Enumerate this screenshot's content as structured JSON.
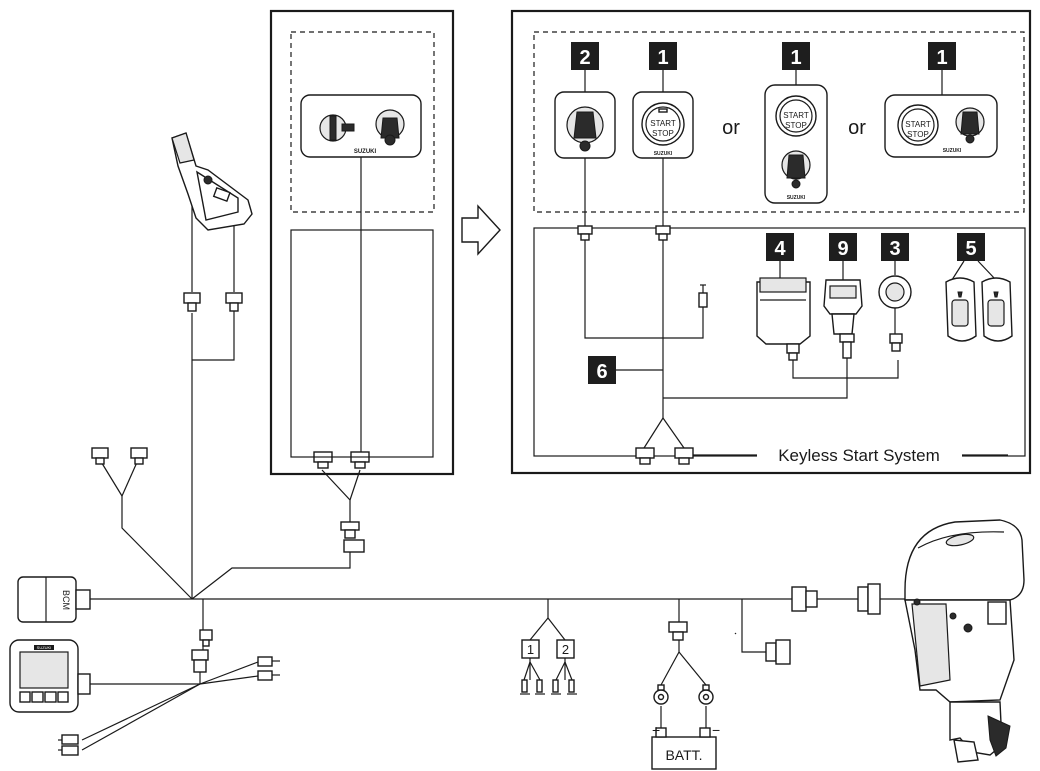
{
  "keyless_system": {
    "label": "Keyless Start System",
    "or_1": "or",
    "or_2": "or"
  },
  "badges": {
    "ignition_switch": "2",
    "start_stop_switch": "1",
    "vertical_start_stop_panel": "1",
    "horizontal_start_stop_panel": "1",
    "immobilizer_module": "4",
    "antenna_module": "9",
    "keyless_buzzer": "3",
    "fob": "5",
    "keyless_harness": "6"
  },
  "switch_text": {
    "start": "START",
    "stop": "STOP",
    "brand": "SUZUKI"
  },
  "bcm": {
    "label": "BCM"
  },
  "gauge": {
    "brand": "SUZUKI"
  },
  "battery": {
    "label": "BATT.",
    "plus": "+",
    "minus": "−"
  },
  "junction": {
    "left": "1",
    "right": "2"
  }
}
